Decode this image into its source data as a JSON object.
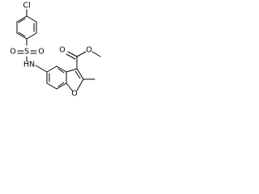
{
  "molecule": {
    "atoms": {
      "chlorine": "Cl",
      "sulfur": "S",
      "sulfonyl_oxygen_left": "O",
      "sulfonyl_oxygen_right": "O",
      "amine": "HN",
      "carbonyl_oxygen": "O",
      "ester_oxygen": "O",
      "furan_oxygen": "O"
    }
  }
}
